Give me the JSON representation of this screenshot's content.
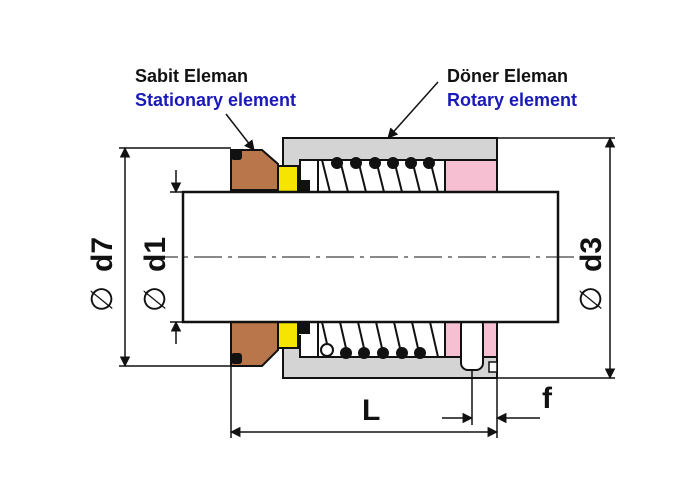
{
  "labels": {
    "stationary_tr": "Sabit Eleman",
    "stationary_en": "Stationary element",
    "rotary_tr": "Döner Eleman",
    "rotary_en": "Rotary element"
  },
  "dimensions": {
    "d7": "d7",
    "d1": "d1",
    "d3": "d3",
    "L": "L",
    "f": "f",
    "diameter_symbol": "∅"
  },
  "colors": {
    "seat": "#b8764a",
    "pad": "#f5e500",
    "collar": "#f6bfd2",
    "housing": "#d4d4d4",
    "label_blue": "#1a1ab8"
  }
}
